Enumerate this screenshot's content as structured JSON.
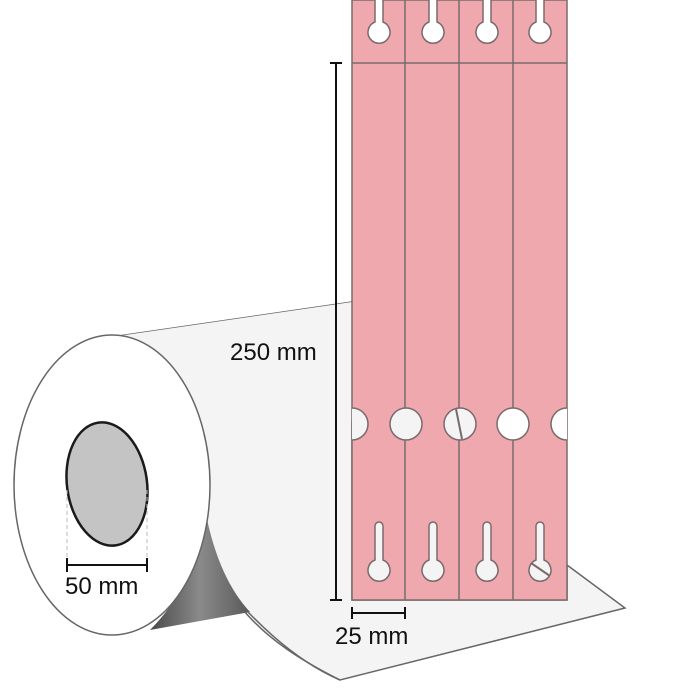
{
  "diagram": {
    "subject": "Roll of pink tags (hang tags) with perforated strips",
    "colors": {
      "tag_fill": "#EFA8AE",
      "tag_stroke": "#7a6a6c",
      "paper": "#F4F4F4",
      "roll_face": "#FFFFFF",
      "core_fill": "#C4C4C4",
      "shadow": "#6e6e6e",
      "dimension_line": "#111111"
    },
    "labels": {
      "tag_length": "250 mm",
      "tag_width": "25 mm",
      "core_diameter": "50 mm"
    },
    "tags": {
      "columns": 4,
      "features": [
        "keyhole-top",
        "center-hole",
        "keyhole-bottom"
      ]
    }
  }
}
